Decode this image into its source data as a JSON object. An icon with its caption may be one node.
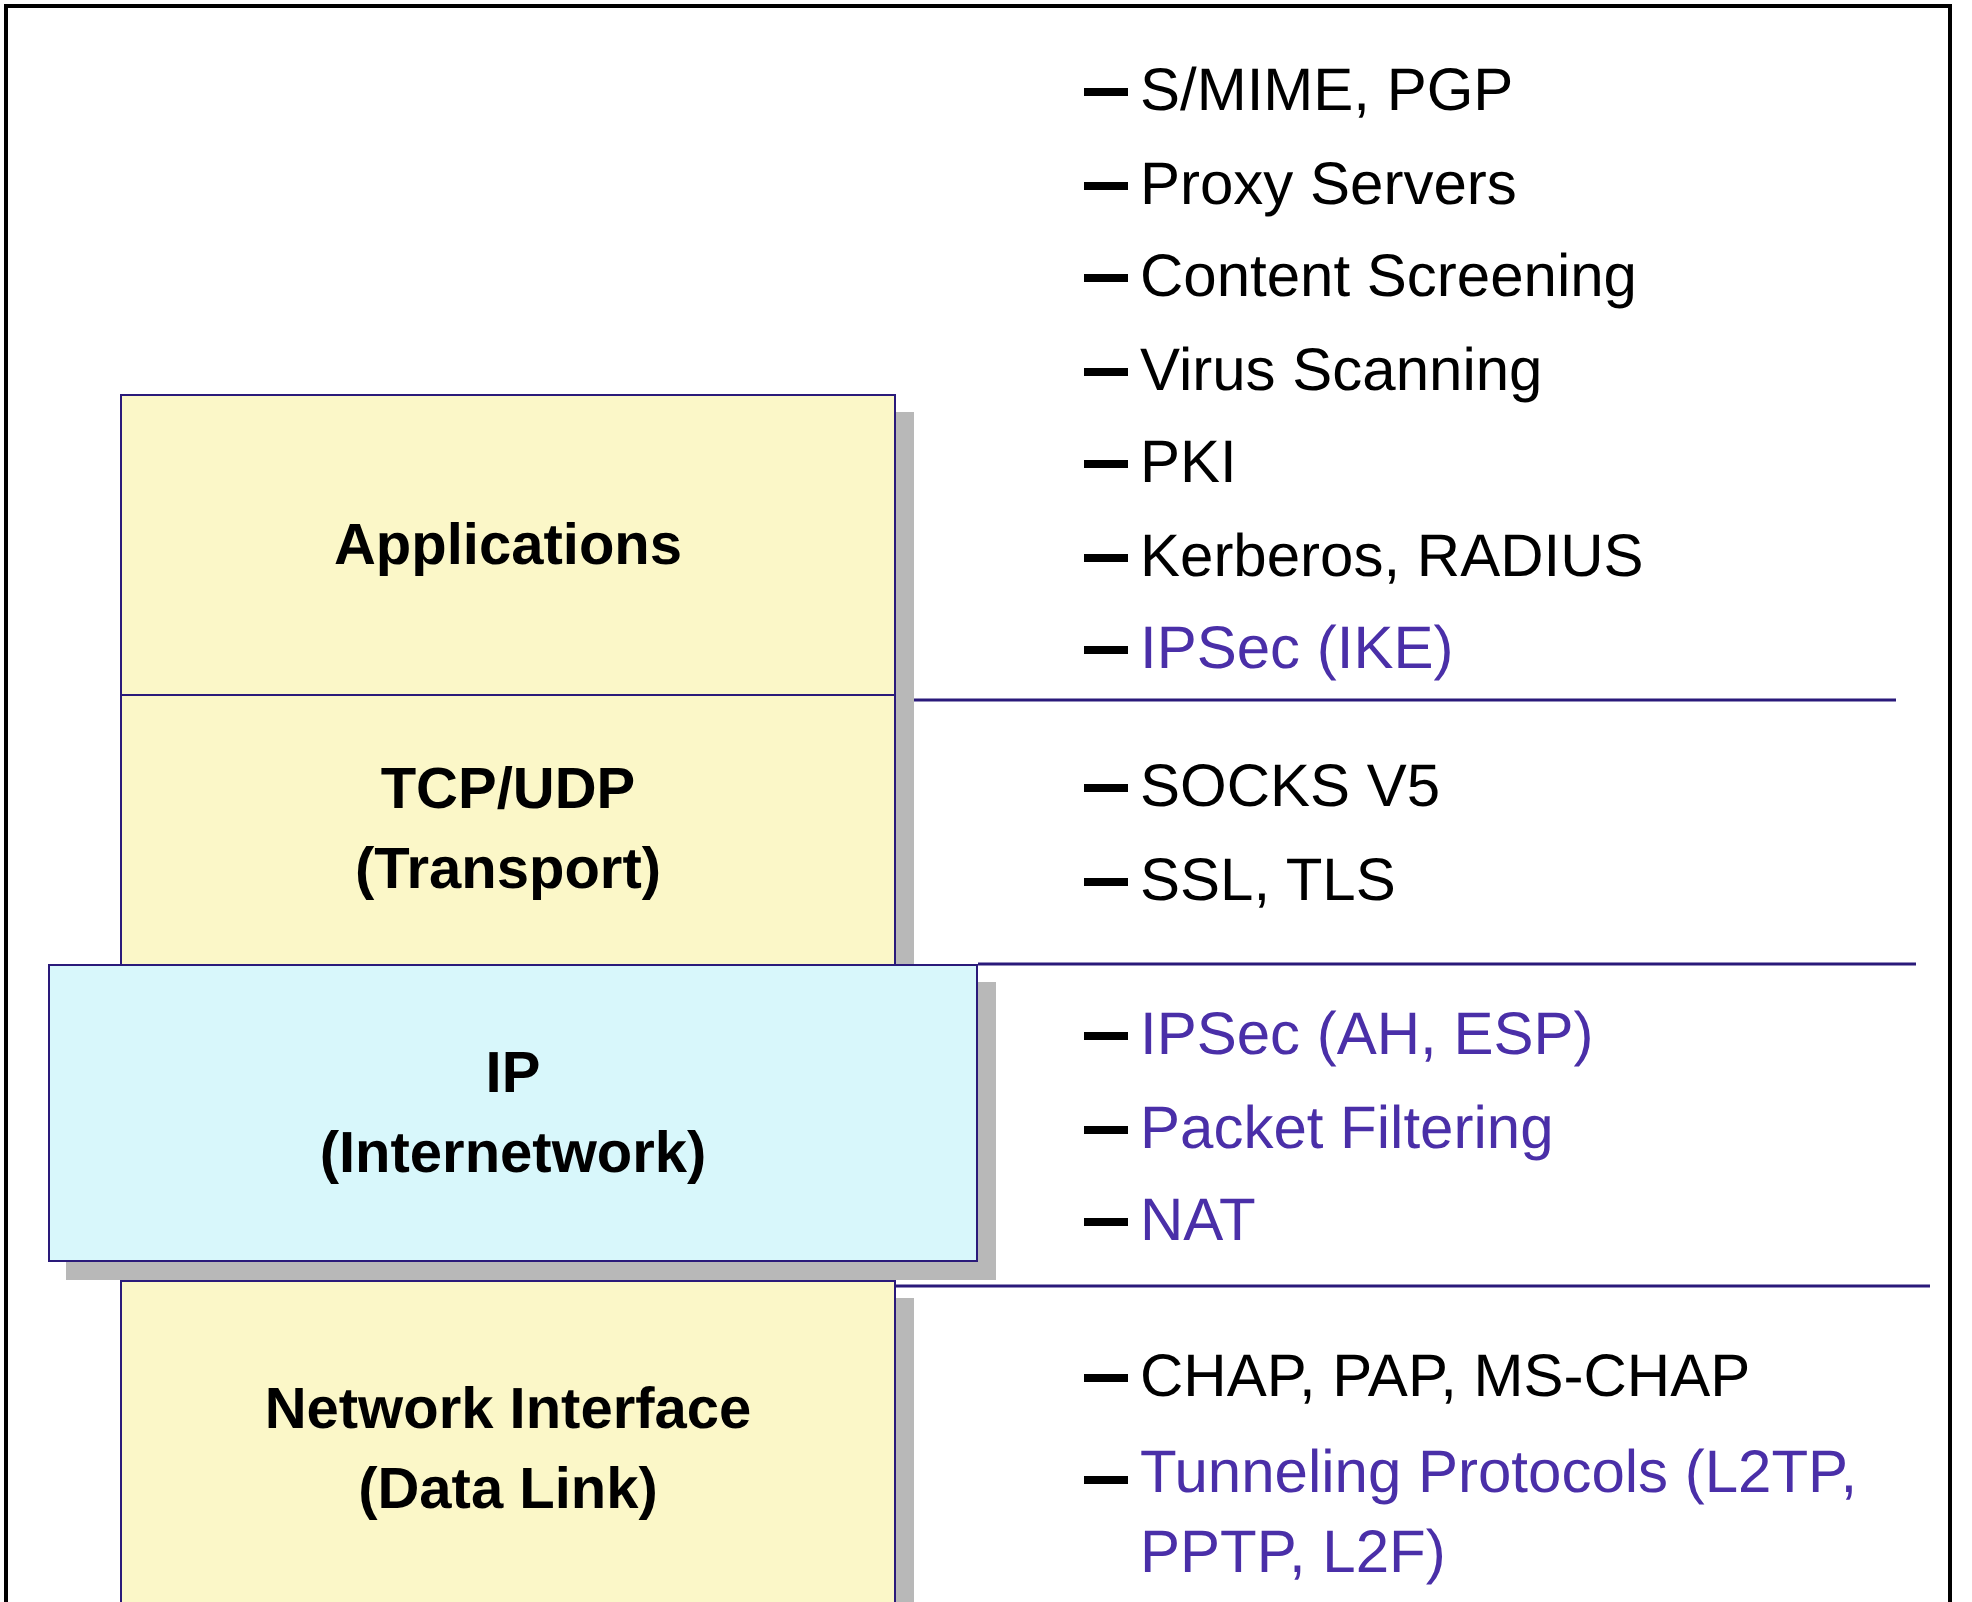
{
  "diagram": {
    "nodes": [
      {
        "text": [
          "Applications"
        ],
        "beside": [
          "S/MIME, PGP",
          "Proxy Servers",
          "Content Screening",
          "Virus Scanning",
          "PKI",
          "Kerberos, RADIUS",
          "IPSec (IKE)"
        ]
      },
      {
        "text": [
          "TCP/UDP",
          "(Transport)"
        ],
        "beside": [
          "SOCKS V5",
          "SSL, TLS"
        ]
      },
      {
        "text": [
          "IP",
          "(Internetwork)"
        ],
        "beside": [
          "IPSec (AH, ESP)",
          "Packet Filtering",
          "NAT"
        ]
      },
      {
        "text": [
          "Network Interface",
          "(Data Link)"
        ],
        "beside": [
          "CHAP, PAP, MS-CHAP",
          "Tunneling Protocols (L2TP, PPTP, L2F)"
        ]
      }
    ]
  }
}
